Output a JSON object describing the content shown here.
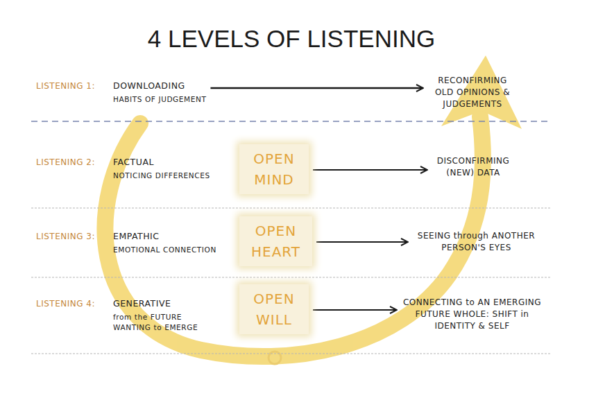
{
  "diagram": {
    "title": "4 LEVELS OF LISTENING",
    "nodes": [
      {
        "text": [
          "LISTENING 1:",
          "DOWNLOADING",
          "HABITS OF JUDGEMENT"
        ]
      },
      {
        "text": [
          "RECONFIRMING OLD OPINIONS & JUDGEMENTS"
        ]
      },
      {
        "text": [
          "LISTENING 2:",
          "FACTUAL",
          "NOTICING DIFFERENCES"
        ]
      },
      {
        "text": [
          "OPEN MIND"
        ]
      },
      {
        "text": [
          "DISCONFIRMING (NEW) DATA"
        ]
      },
      {
        "text": [
          "LISTENING 3:",
          "EMPATHIC",
          "EMOTIONAL CONNECTION"
        ]
      },
      {
        "text": [
          "OPEN HEART"
        ]
      },
      {
        "text": [
          "SEEING through ANOTHER PERSON'S EYES"
        ]
      },
      {
        "text": [
          "LISTENING 4:",
          "GENERATIVE",
          "from the FUTURE WANTING to EMERGE"
        ]
      },
      {
        "text": [
          "OPEN WILL"
        ]
      },
      {
        "text": [
          "CONNECTING to AN EMERGING FUTURE WHOLE: SHIFT in IDENTITY & SELF"
        ]
      }
    ],
    "edges": [
      {
        "from": 0,
        "to": 1,
        "arrow": "to"
      },
      {
        "from": 3,
        "to": 4,
        "arrow": "to"
      },
      {
        "from": 6,
        "to": 7,
        "arrow": "to"
      },
      {
        "from": 9,
        "to": 10,
        "arrow": "to"
      }
    ]
  }
}
